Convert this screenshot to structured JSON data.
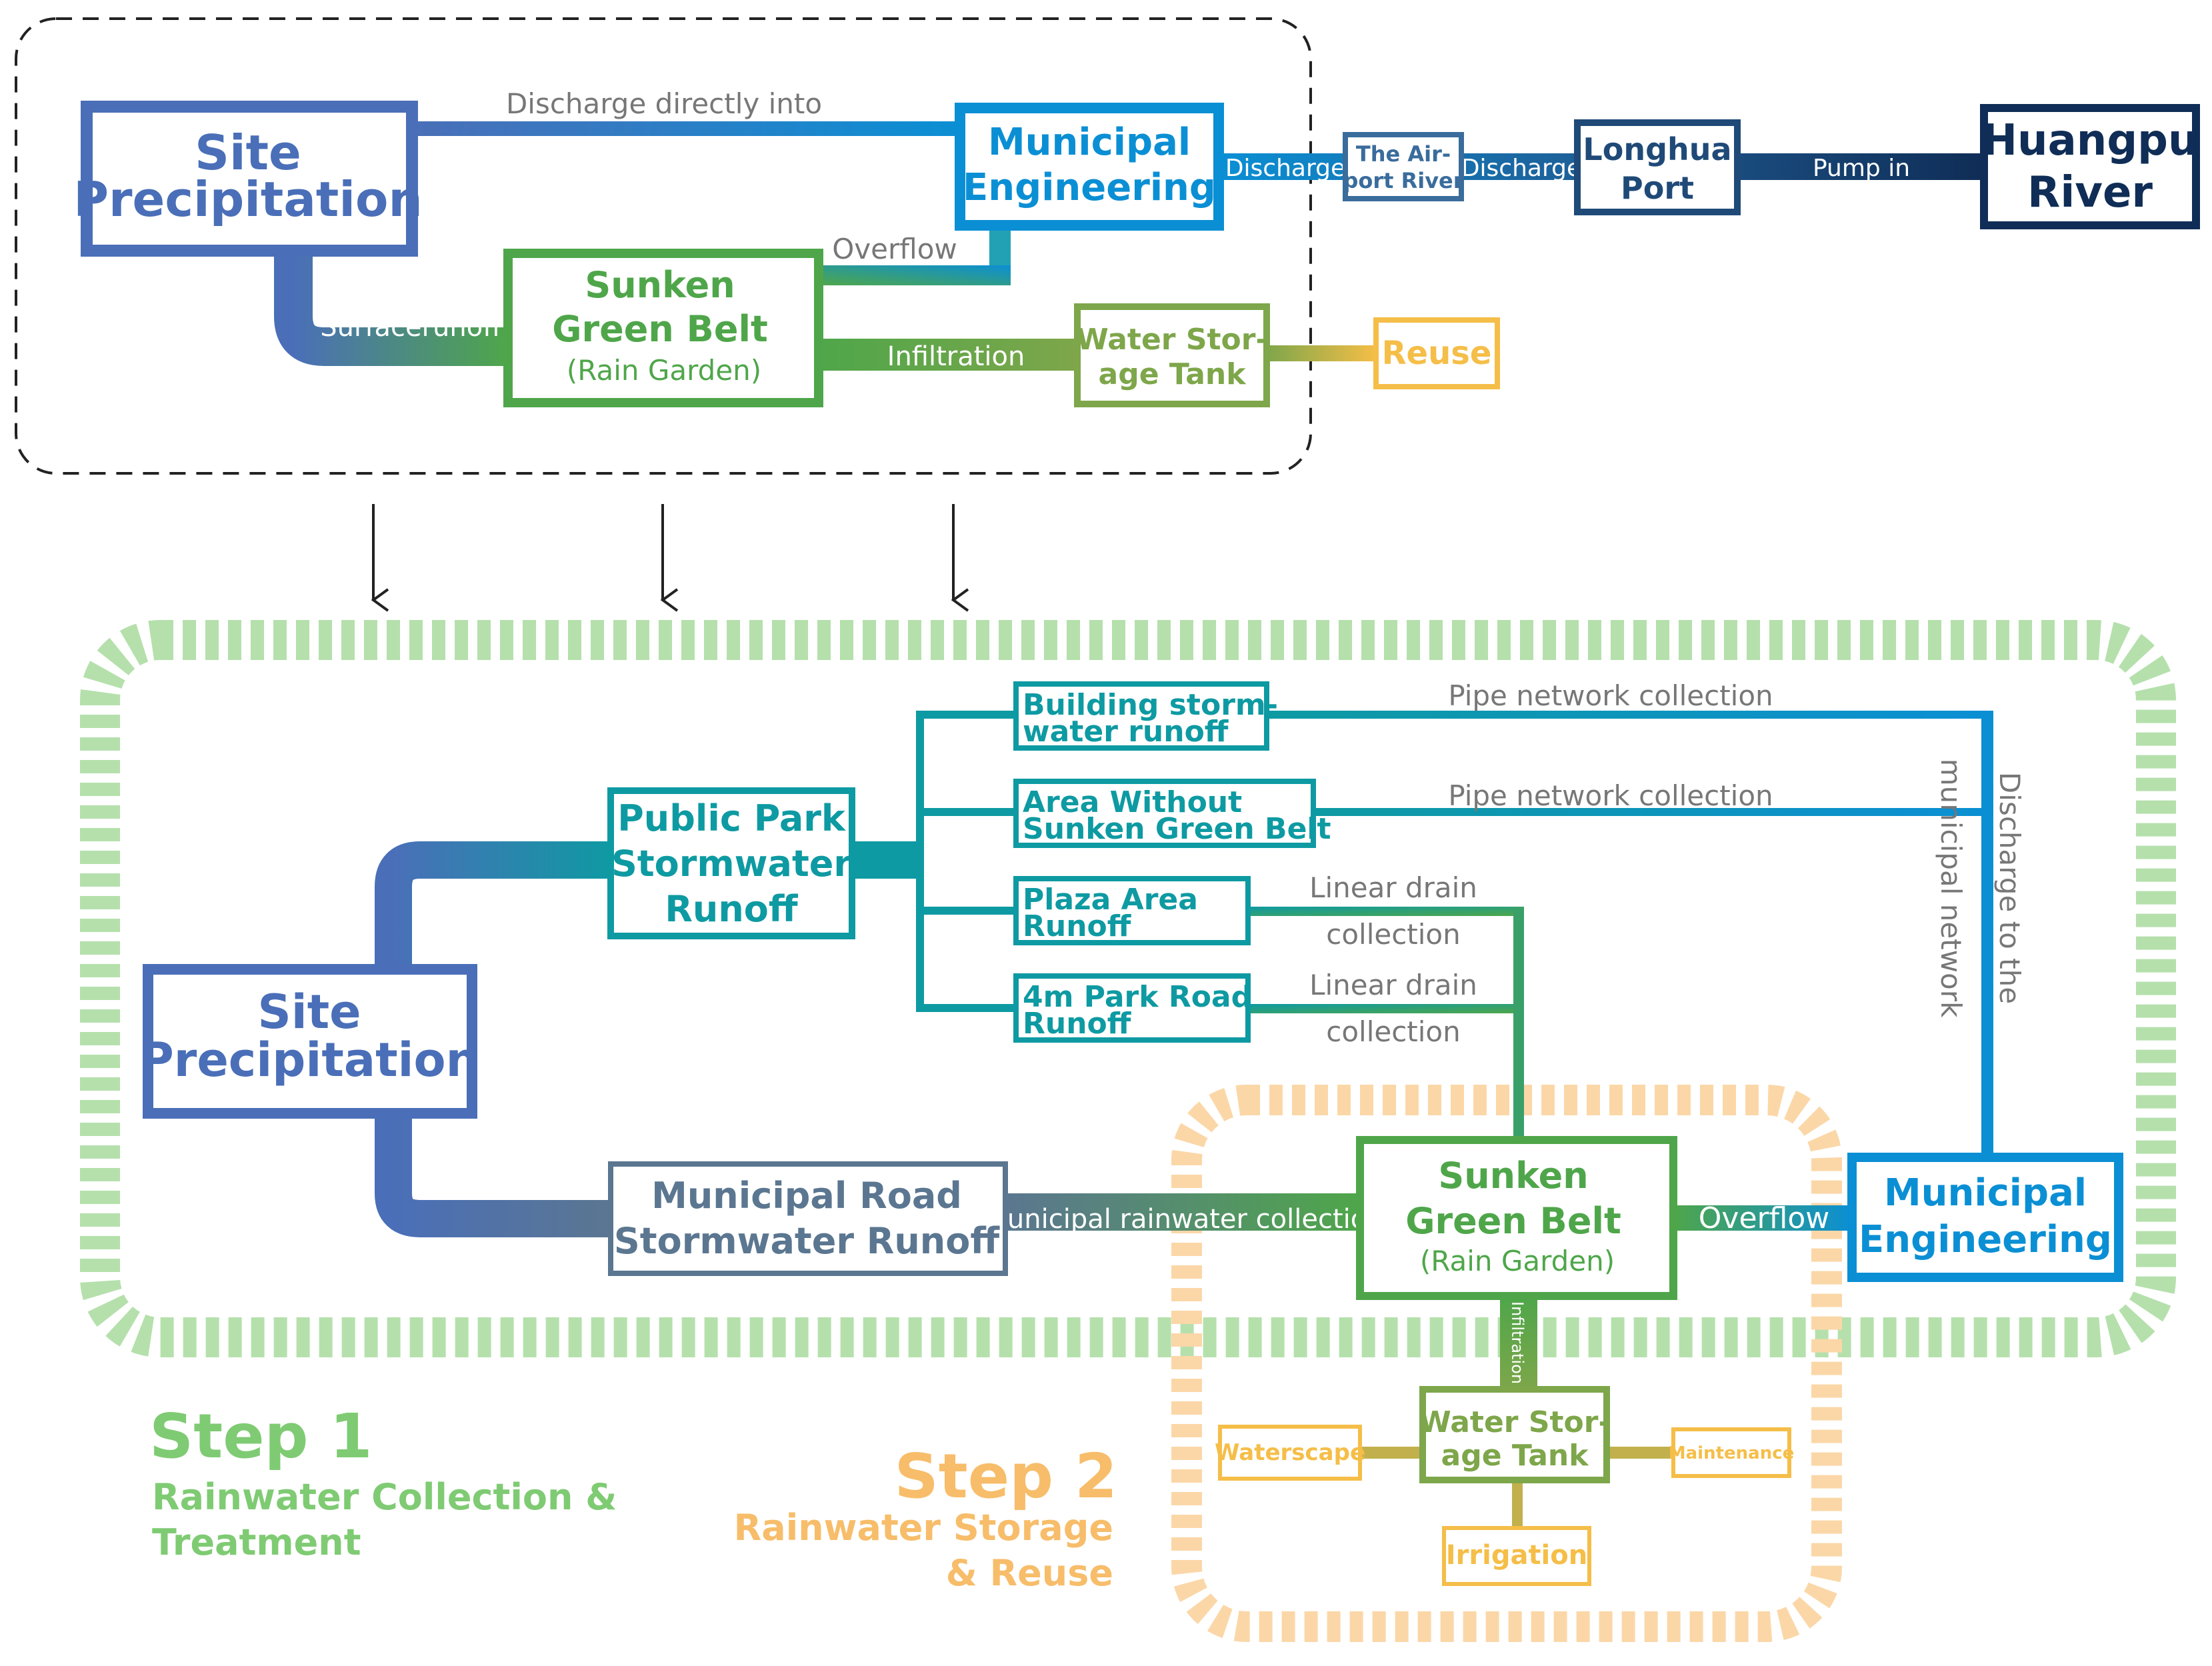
{
  "top": {
    "site_precipitation": {
      "lines": [
        "Site",
        "Precipitation"
      ]
    },
    "municipal_engineering": {
      "lines": [
        "Municipal",
        "Engineering"
      ]
    },
    "sunken_green_belt": {
      "lines": [
        "Sunken",
        "Green Belt"
      ],
      "sub": "(Rain Garden)"
    },
    "water_storage_tank": {
      "lines": [
        "Water Stor-",
        "age Tank"
      ]
    },
    "reuse": "Reuse",
    "airport_river": {
      "lines": [
        "The Air-",
        "port River"
      ]
    },
    "longhua_port": {
      "lines": [
        "Longhua",
        "Port"
      ]
    },
    "huangpu_river": {
      "lines": [
        "Huangpu",
        "River"
      ]
    },
    "labels": {
      "discharge_directly_into": "Discharge directly into",
      "overflow": "Overflow",
      "surface_runoff": "Surfacerunoff",
      "infiltration": "Infiltration",
      "discharge_1": "Discharge",
      "discharge_2": "Discharge",
      "pump_in": "Pump in"
    }
  },
  "step1": {
    "site_precipitation": {
      "lines": [
        "Site",
        "Precipitation"
      ]
    },
    "public_park_runoff": {
      "lines": [
        "Public Park",
        "Stormwater",
        "Runoff"
      ]
    },
    "municipal_road_runoff": {
      "lines": [
        "Municipal Road",
        "Stormwater Runoff"
      ]
    },
    "building_runoff": {
      "lines": [
        "Building storm-",
        "water runoff"
      ]
    },
    "area_without_belt": {
      "lines": [
        "Area Without",
        "Sunken Green Belt"
      ]
    },
    "plaza_runoff": {
      "lines": [
        "Plaza Area",
        "Runoff"
      ]
    },
    "park_road_runoff": {
      "lines": [
        "4m Park Road",
        "Runoff"
      ]
    },
    "sunken_green_belt": {
      "lines": [
        "Sunken",
        "Green Belt"
      ],
      "sub": "(Rain Garden)"
    },
    "municipal_engineering": {
      "lines": [
        "Municipal",
        "Engineering"
      ]
    },
    "labels": {
      "pipe_collection_1": "Pipe network collection",
      "pipe_collection_2": "Pipe network collection",
      "linear_drain_1": [
        "Linear drain",
        "collection"
      ],
      "linear_drain_2": [
        "Linear drain",
        "collection"
      ],
      "discharge_network": [
        "Discharge to the",
        "municipal network"
      ],
      "municipal_rainwater": "Municipal rainwater collection",
      "overflow": "Overflow",
      "infiltration": "Infiltration"
    },
    "title": "Step 1",
    "subtitle": [
      "Rainwater Collection &",
      "Treatment"
    ]
  },
  "step2": {
    "water_storage_tank": {
      "lines": [
        "Water Stor-",
        "age Tank"
      ]
    },
    "waterscape": "Waterscape",
    "maintenance": "Maintenance",
    "irrigation": "Irrigation",
    "title": "Step 2",
    "subtitle": [
      "Rainwater Storage",
      "& Reuse"
    ]
  },
  "colors": {
    "blue_dark": "#4a6fb8",
    "blue_bright": "#0b8fd4",
    "navy": "#0f2d56",
    "green": "#4fa64a",
    "teal": "#0e9aa2",
    "slate": "#5b7690",
    "olive": "#7ea64a",
    "yellow": "#f5be48",
    "step1_green": "#7fcb73",
    "step2_orange": "#f7bd6a"
  }
}
